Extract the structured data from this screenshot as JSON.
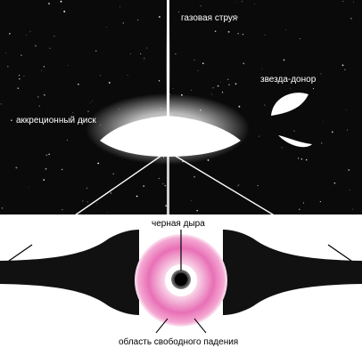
{
  "labels": {
    "gas_jet": "газовая струя",
    "donor_star": "звезда-донор",
    "accretion_disk": "аккреционный диск",
    "black_hole": "черная дыра",
    "free_fall_region": "область свободного падения"
  },
  "colors": {
    "space": "#0a0a0a",
    "stars": "#ffffff",
    "disk_glow": "#ffffff",
    "free_fall_ring": "#e64aa0",
    "black_hole": "#000000",
    "background": "#ffffff"
  }
}
